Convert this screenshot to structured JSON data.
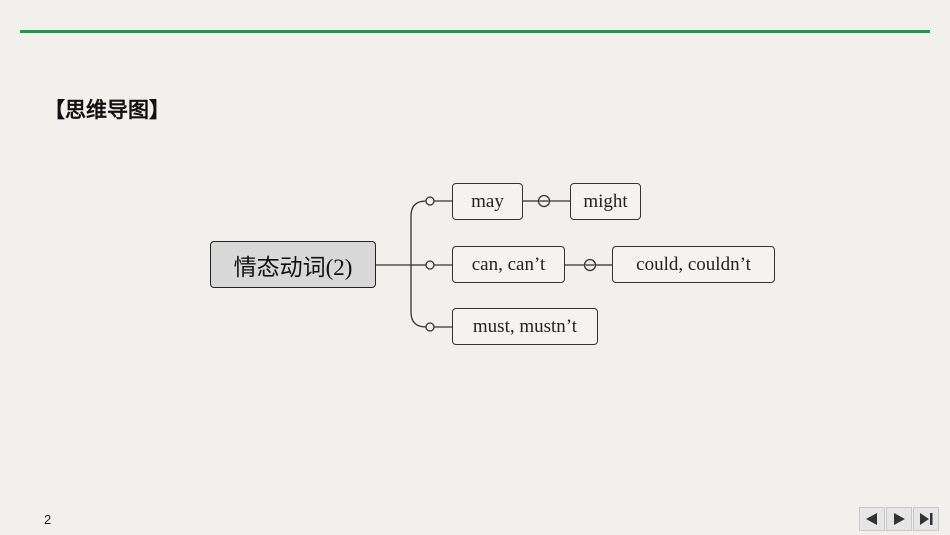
{
  "section_title": "【思维导图】",
  "page_number": "2",
  "mindmap": {
    "root": "情态动词(2)",
    "branches": [
      {
        "label": "may",
        "child": "might"
      },
      {
        "label": "can, can’t",
        "child": "could, couldn’t"
      },
      {
        "label": "must, mustn’t"
      }
    ]
  },
  "nav": {
    "prev_icon": "triangle-left",
    "next_icon": "triangle-right",
    "end_icon": "skip-to-end"
  },
  "colors": {
    "accent_rule": "#1f9a4c",
    "root_fill": "#d8d8d8",
    "background": "#f1f0ec"
  }
}
